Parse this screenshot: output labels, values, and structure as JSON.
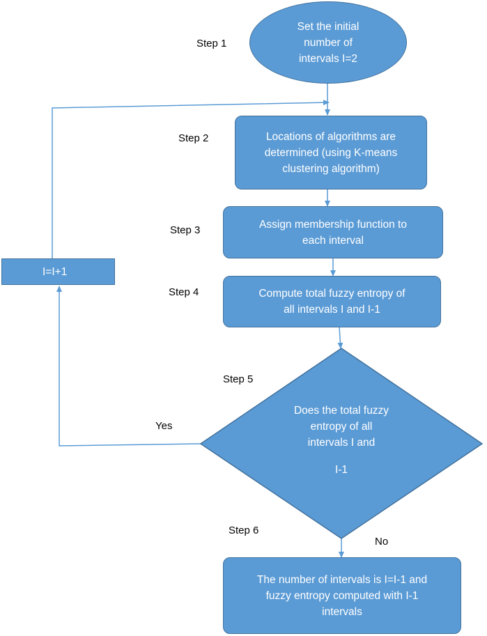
{
  "steps": {
    "step1": "Step 1",
    "step2": "Step 2",
    "step3": "Step 3",
    "step4": "Step 4",
    "step5": "Step 5",
    "step6": "Step 6"
  },
  "nodes": {
    "start": [
      "Set the initial",
      "number of",
      "intervals I=2"
    ],
    "locations": [
      "Locations of algorithms are",
      "determined (using K-means",
      "clustering algorithm)"
    ],
    "membership": [
      "Assign membership function to",
      "each interval"
    ],
    "entropy": [
      "Compute total fuzzy entropy of",
      "all intervals I and I-1"
    ],
    "decision": [
      "Does the total fuzzy",
      "entropy of all",
      "intervals I and",
      "I-1"
    ],
    "result": [
      "The number of intervals is I=I-1 and",
      "fuzzy entropy computed with I-1",
      "intervals"
    ],
    "increment": "I=I+1"
  },
  "edges": {
    "yes": "Yes",
    "no": "No"
  },
  "colors": {
    "fill": "#5b9bd5",
    "border": "#41719c",
    "line": "#5b9bd5"
  }
}
